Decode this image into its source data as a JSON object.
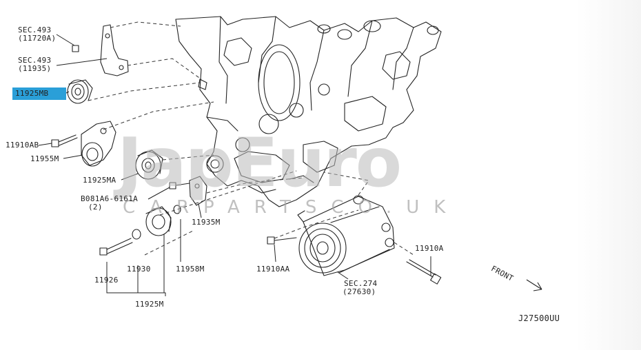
{
  "labels": {
    "sec493_a": "SEC.493",
    "sec493_a_sub": "(11720A)",
    "sec493_b": "SEC.493",
    "sec493_b_sub": "(11935)",
    "p11925MB": "11925MB",
    "p11910AB": "11910AB",
    "p11955M": "11955M",
    "p11925MA": "11925MA",
    "bolt_081A6": "B081A6-6161A",
    "bolt_qty": "(2)",
    "p11935M": "11935M",
    "p11926": "11926",
    "p11930": "11930",
    "p11958M": "11958M",
    "p11925M": "11925M",
    "p11910AA": "11910AA",
    "sec274": "SEC.274",
    "sec274_sub": "(27630)",
    "p11910A": "11910A",
    "front": "FRONT",
    "diagram_code": "J27500UU"
  },
  "watermark": {
    "brand": "JapEuro",
    "tagline": "CARPARTSCO.UK"
  },
  "colors": {
    "highlight": "#2a9fd8",
    "line": "#222222",
    "watermark": "#b9b9b9"
  }
}
